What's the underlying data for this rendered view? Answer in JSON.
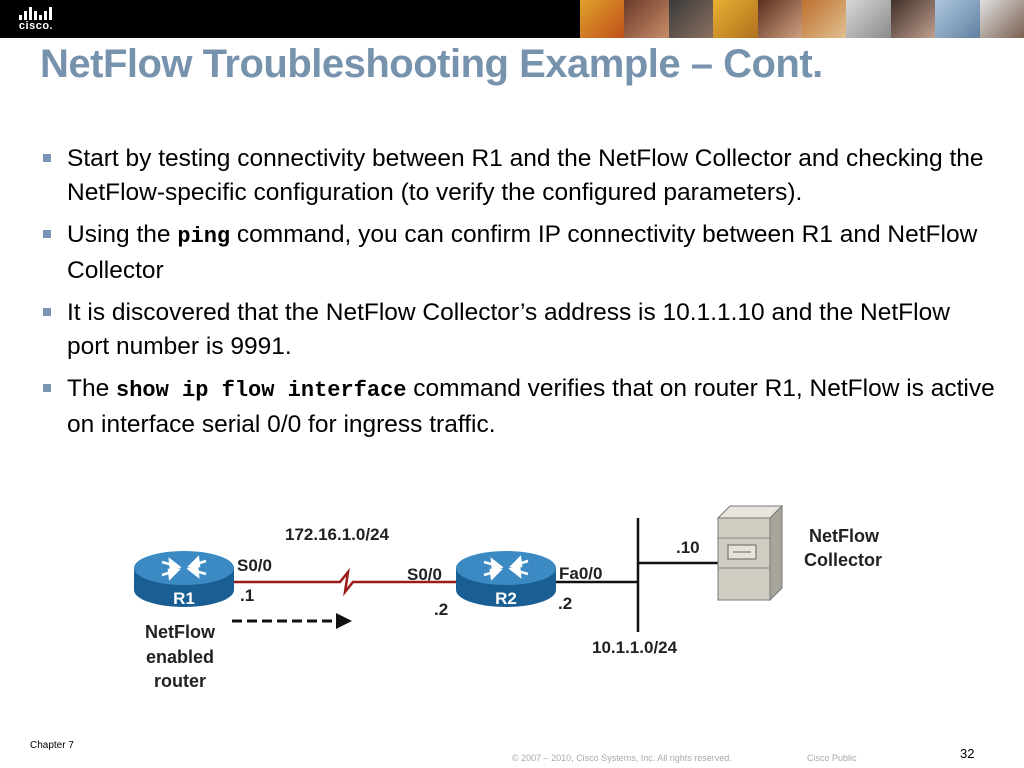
{
  "brand": {
    "logo_text": "cisco."
  },
  "slide": {
    "title": "NetFlow Troubleshooting Example – Cont.",
    "bullets": [
      {
        "text": "Start  by testing connectivity between R1 and the NetFlow Collector and checking the NetFlow-specific configuration (to verify the configured parameters)."
      },
      {
        "pre": "Using the ",
        "code": "ping",
        "post": " command, you can confirm IP connectivity between R1 and NetFlow Collector"
      },
      {
        "text": "It is discovered that the NetFlow Collector’s address is 10.1.1.10 and the NetFlow port number is 9991."
      },
      {
        "pre": "The ",
        "code": "show ip flow interface",
        "post": " command verifies that on router R1, NetFlow is active on interface serial 0/0 for ingress traffic."
      }
    ]
  },
  "diagram": {
    "r1_label": "R1",
    "r2_label": "R2",
    "wan_subnet": "172.16.1.0/24",
    "r1_interface": "S0/0",
    "r1_host": ".1",
    "r2_interface": "S0/0",
    "r2_host": ".2",
    "r2_lan_interface": "Fa0/0",
    "r2_lan_host": ".2",
    "collector_host": ".10",
    "lan_subnet": "10.1.1.0/24",
    "collector_label_line1": "NetFlow",
    "collector_label_line2": "Collector",
    "r1_caption_line1": "NetFlow",
    "r1_caption_line2": "enabled",
    "r1_caption_line3": "router"
  },
  "colors": {
    "title": "#7792ad",
    "bullet": "#7a94b3",
    "router": "#1f6ea5",
    "wan_link": "#9b1a1a"
  },
  "footer": {
    "chapter": "Chapter 7",
    "copyright": "© 2007 – 2010, Cisco Systems, Inc. All rights reserved.",
    "classification": "Cisco Public",
    "page": "32"
  }
}
